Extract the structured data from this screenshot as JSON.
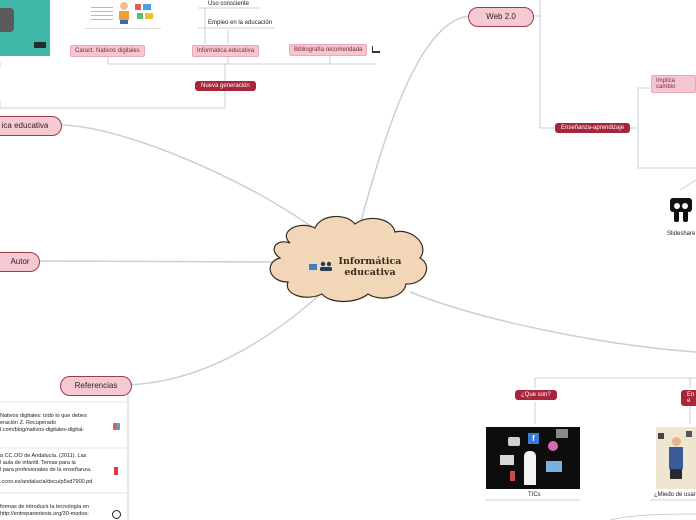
{
  "central": {
    "title_line1": "Informática",
    "title_line2": "educativa"
  },
  "nodes": {
    "informatica_educativa_left": "ica educativa",
    "autor": "Autor",
    "referencias": "Referencias",
    "web20": "Web 2.0",
    "nueva_generacion": "Nueva generación",
    "caract_nativos": "Caract. Nativos digitales",
    "informatica_educativa_small": "Informática educativa",
    "bibliografia": "Bibliografía recomendada",
    "uso_consciente": "Uso consciente",
    "empleo_educacion": "Empleo en la educación",
    "ensenanza": "Enseñanza-aprendizaje",
    "implica_cambio": "Implica cambio",
    "slideshare": "Slideshare",
    "que_son": "¿Que son?",
    "en_right": "En e",
    "tics": "TICs",
    "miedo": "¿Miedo de usar"
  },
  "references": [
    {
      "lines": [
        "Nativos digitales: todo lo que debes",
        "eración Z. Recuperado",
        "l.com/blog/nativos-digitales-digital-"
      ]
    },
    {
      "lines": [
        "a CC.OO de Andalucía. (2011). Las",
        "l aula de infantil. Temas para la",
        "l para profesionales de la enseñanza."
      ]
    },
    {
      "lines": [
        ".ccoo.es/andalucia/docu/p5sd7900.pd"
      ]
    },
    {
      "lines": [
        "formas de introducir la tecnología en",
        "http://entreparentesis.org/30-modos-"
      ]
    }
  ],
  "colors": {
    "line": "#c8d0d8",
    "cloud_fill": "#f2d6b8",
    "cloud_stroke": "#3a2a1e",
    "red": "#a8263b",
    "pink": "#f5c6d0"
  }
}
